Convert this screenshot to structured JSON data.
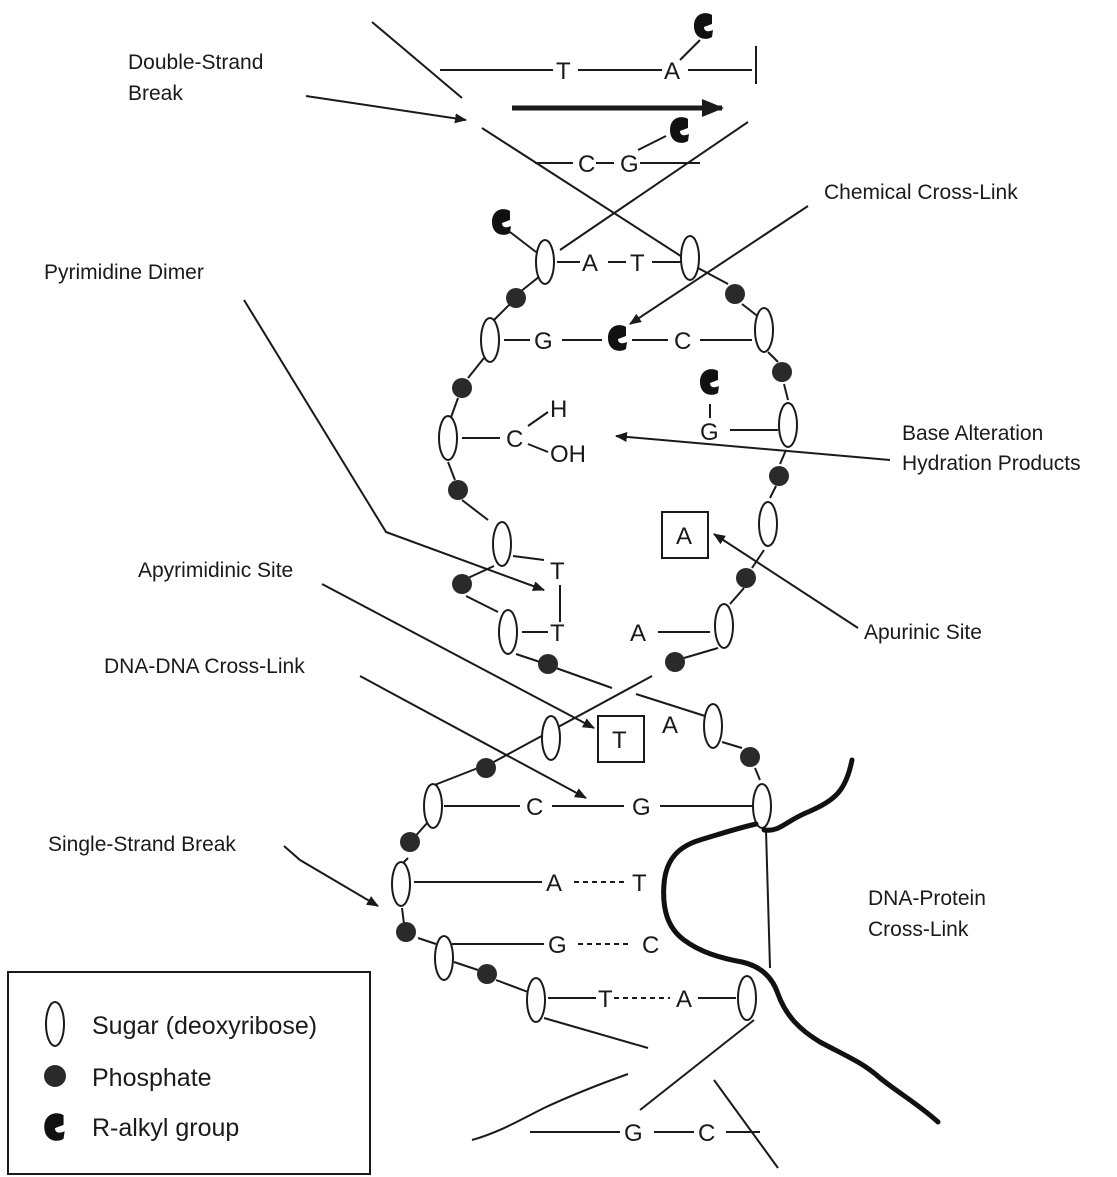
{
  "labels": {
    "double_strand_break_1": "Double-Strand",
    "double_strand_break_2": "Break",
    "chemical_cross_link": "Chemical Cross-Link",
    "pyrimidine_dimer": "Pyrimidine Dimer",
    "base_alteration_1": "Base Alteration",
    "base_alteration_2": "Hydration Products",
    "apyrimidinic_site": "Apyrimidinic Site",
    "apurinic_site": "Apurinic Site",
    "dna_dna_cross_link": "DNA-DNA Cross-Link",
    "single_strand_break": "Single-Strand Break",
    "dna_protein_1": "DNA-Protein",
    "dna_protein_2": "Cross-Link"
  },
  "bases": {
    "top_t": "T",
    "top_a": "A",
    "pair2_c": "C",
    "pair2_g": "G",
    "pair3_a": "A",
    "pair3_t": "T",
    "pair4_g": "G",
    "pair4_c": "C",
    "hydration_c": "C",
    "hydration_h": "H",
    "hydration_oh": "OH",
    "right_g": "G",
    "boxed_a": "A",
    "dimer_t1": "T",
    "dimer_t2": "T",
    "pair_a_right": "A",
    "boxed_t": "T",
    "apyr_a": "A",
    "cross_c": "C",
    "cross_g": "G",
    "pair_a": "A",
    "pair_t": "T",
    "pair_g": "G",
    "pair_c": "C",
    "pair_t2": "T",
    "pair_a2": "A",
    "bottom_g": "G",
    "bottom_c": "C"
  },
  "legend": {
    "sugar": "Sugar (deoxyribose)",
    "phosphate": "Phosphate",
    "alkyl": "R-alkyl group"
  }
}
